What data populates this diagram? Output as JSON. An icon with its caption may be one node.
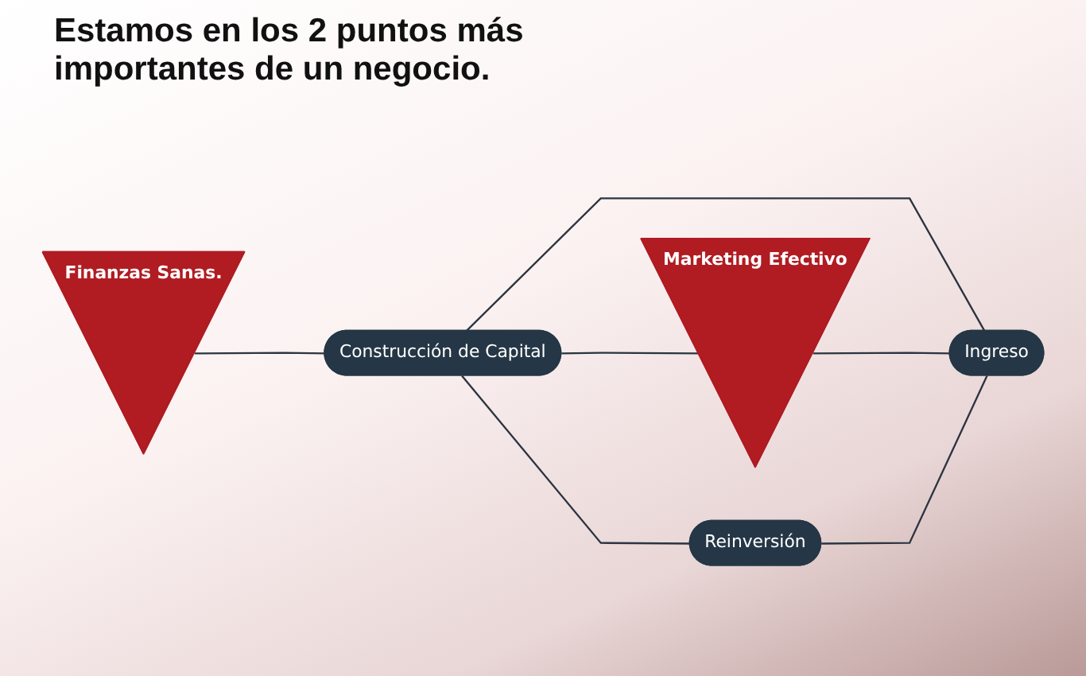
{
  "diagram": {
    "title": "Estamos en los 2 puntos más importantes de un negocio.",
    "nodes": [
      {
        "text": [
          "Finanzas Sanas."
        ]
      },
      {
        "text": [
          "Construcción de Capital"
        ]
      },
      {
        "text": [
          "Marketing Efectivo"
        ]
      },
      {
        "text": [
          "Reinversión"
        ]
      },
      {
        "text": [
          "Ingreso"
        ]
      }
    ],
    "edges": [
      {
        "from": 0,
        "to": 1,
        "arrow": "none"
      },
      {
        "from": 1,
        "to": 2,
        "arrow": "none"
      },
      {
        "from": 1,
        "to": 4,
        "arrow": "none"
      },
      {
        "from": 1,
        "to": 3,
        "arrow": "none"
      },
      {
        "from": 2,
        "to": 4,
        "arrow": "none"
      },
      {
        "from": 3,
        "to": 4,
        "arrow": "none"
      }
    ]
  }
}
